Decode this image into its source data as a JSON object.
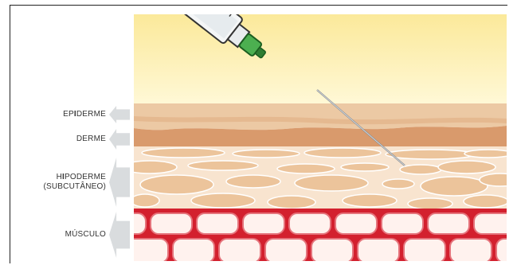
{
  "layers": [
    {
      "key": "epiderme",
      "label_parts": [
        "EP",
        "I",
        "DERME"
      ]
    },
    {
      "key": "derme",
      "label": "DERME"
    },
    {
      "key": "hipoderme",
      "label_line1_parts": [
        "H",
        "I",
        "PODERME"
      ],
      "label_line2": "(SUBCUTÂNEO)"
    },
    {
      "key": "musculo",
      "label": "MÚSCULO"
    }
  ],
  "colors": {
    "sky_top": "#fbe99a",
    "sky_bottom": "#fff8d6",
    "epidermis": "#ecc9a4",
    "dermis": "#d99a6c",
    "hypodermis": "#f8e4cf",
    "fat_cell": "#ecc49b",
    "muscle_fill": "#fff2ee",
    "muscle_line": "#d3202e",
    "syringe_hub": "#4caf50",
    "label_arrow": "#d9dcde"
  },
  "icons": [
    "syringe-icon",
    "needle-icon",
    "label-arrow-icon"
  ]
}
